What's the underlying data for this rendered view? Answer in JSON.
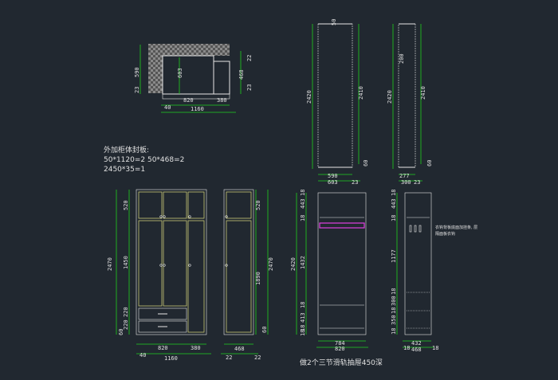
{
  "colors": {
    "background": "#212830",
    "dimension_green": "#1fd01f",
    "outline_white": "#e6e6e6",
    "door_yellow": "#c8c878",
    "rail_magenta": "#e040e0"
  },
  "notes": {
    "panel_title": "外加柜体封板:",
    "panel_line1": "50*1120=2   50*468=2",
    "panel_line2": "2450*35=1",
    "drawer_note": "做2个三节滑轨抽屉450深",
    "side_note_line1": "衣钩背板底面加挂条, 层",
    "side_note_line2": "隔面板衣钩"
  },
  "plan_view": {
    "dims": [
      "590",
      "603",
      "23",
      "40",
      "820",
      "380",
      "468",
      "23",
      "22",
      "1160"
    ]
  },
  "side_section_left": {
    "dims": [
      "2420",
      "2410",
      "590",
      "603",
      "23",
      "60",
      "50"
    ]
  },
  "side_section_right": {
    "dims": [
      "2420",
      "2410",
      "277",
      "300",
      "23",
      "60",
      "200"
    ]
  },
  "front_elevation": {
    "dims": [
      "2470",
      "520",
      "1450",
      "220",
      "220",
      "60",
      "40",
      "820",
      "380",
      "1160"
    ]
  },
  "side_elevation": {
    "dims": [
      "520",
      "1890",
      "2470",
      "60",
      "468",
      "22",
      "22"
    ]
  },
  "inner_elevation": {
    "dims": [
      "18",
      "443",
      "18",
      "1432",
      "2420",
      "18",
      "413",
      "18",
      "18",
      "784",
      "820"
    ]
  },
  "inner_side_elevation": {
    "dims": [
      "18",
      "443",
      "18",
      "1177",
      "18",
      "300",
      "18",
      "350",
      "18",
      "432",
      "468",
      "18",
      "18"
    ]
  }
}
